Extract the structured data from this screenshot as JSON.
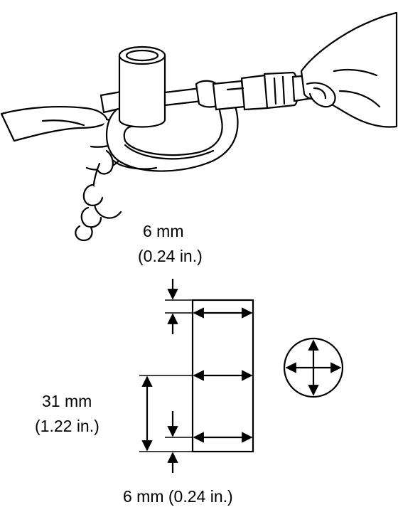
{
  "figure": {
    "labels": {
      "top_mm": "6 mm",
      "top_in": "(0.24 in.)",
      "left_mm": "31 mm",
      "left_in": "(1.22 in.)",
      "bottom": "6 mm (0.24 in.)"
    },
    "colors": {
      "line": "#000000",
      "fill": "#ffffff",
      "background": "#ffffff"
    },
    "icons": [
      "micrometer-illustration",
      "hand-illustration",
      "cross-section-circle"
    ]
  }
}
